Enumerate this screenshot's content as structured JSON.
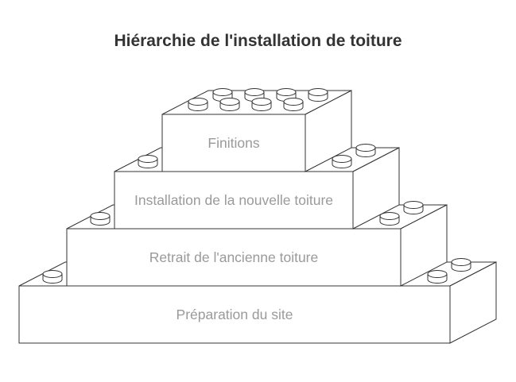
{
  "title": "Hiérarchie de l'installation de toiture",
  "blocks": [
    {
      "label": "Préparation du site"
    },
    {
      "label": "Retrait de l'ancienne toiture"
    },
    {
      "label": "Installation de la nouvelle toiture"
    },
    {
      "label": "Finitions"
    }
  ],
  "colors": {
    "stroke": "#333333",
    "label": "#9a9a9a",
    "title": "#333333"
  }
}
